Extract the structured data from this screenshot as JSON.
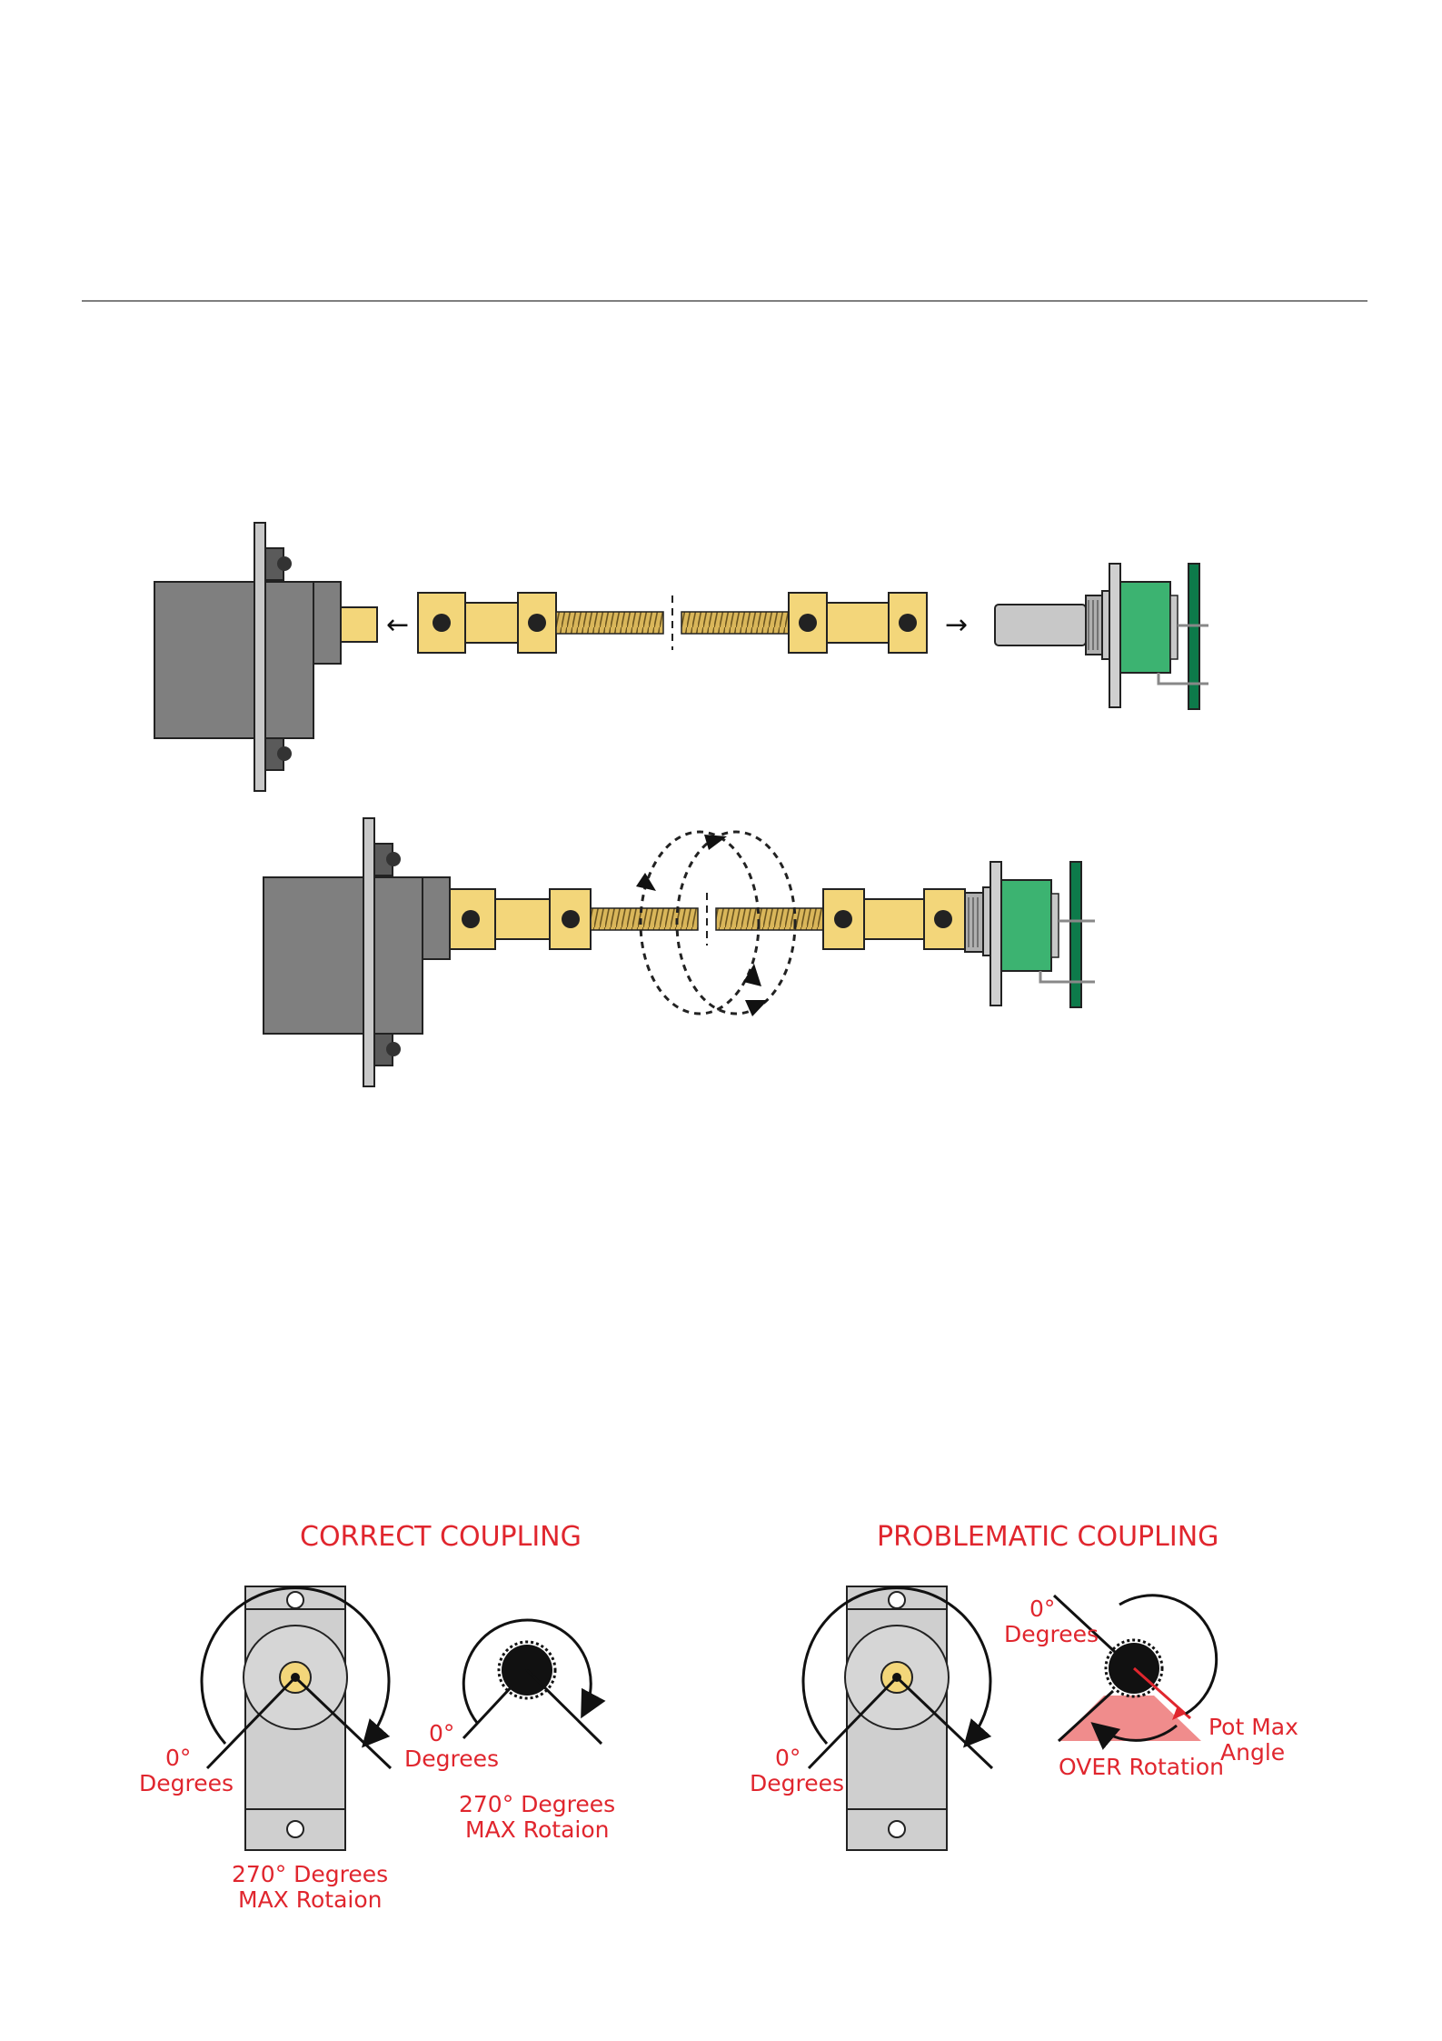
{
  "correct_coupling": {
    "title": "CORRECT COUPLING",
    "servo_zero_line1": "0°",
    "servo_zero_line2": "Degrees",
    "servo_max_line1": "270° Degrees",
    "servo_max_line2": "MAX Rotaion",
    "pot_zero_line1": "0°",
    "pot_zero_line2": "Degrees",
    "pot_max_line1": "270° Degrees",
    "pot_max_line2": "MAX Rotaion"
  },
  "problematic_coupling": {
    "title": "PROBLEMATIC COUPLING",
    "servo_zero_line1": "0°",
    "servo_zero_line2": "Degrees",
    "pot_zero_line1": "0°",
    "pot_zero_line2": "Degrees",
    "pot_max_line1": "Pot Max",
    "pot_max_line2": "Angle",
    "over_rotation": "OVER Rotation"
  },
  "colors": {
    "label_red": "#e0262e",
    "servo_body": "#7f7f7f",
    "brass": "#f3d67a",
    "pcb_green": "#0d7a4a",
    "pot_body_green": "#3cb371",
    "over_rotation_fill": "#f08c8c"
  }
}
